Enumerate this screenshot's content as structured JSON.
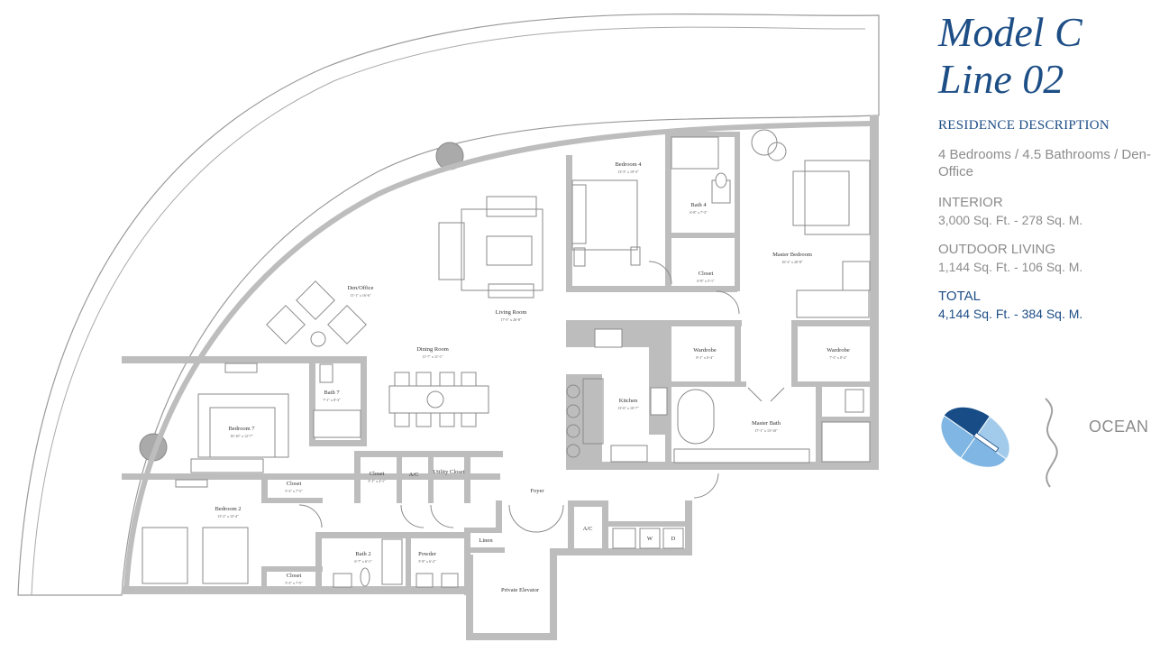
{
  "model": {
    "line1": "Model C",
    "line2": "Line 02"
  },
  "section_title": "RESIDENCE DESCRIPTION",
  "description": "4 Bedrooms / 4.5 Bathrooms / Den-Office",
  "interior": {
    "label": "INTERIOR",
    "value": "3,000 Sq. Ft. - 278 Sq. M."
  },
  "outdoor": {
    "label": "OUTDOOR LIVING",
    "value": "1,144 Sq. Ft. - 106 Sq. M."
  },
  "total": {
    "label": "TOTAL",
    "value": "4,144 Sq. Ft. - 384 Sq. M."
  },
  "ocean_label": "OCEAN",
  "colors": {
    "accent": "#1d4e86",
    "text_gray": "#8c8c8c",
    "wall": "#bdbdbd",
    "compass_light": "#7fb6e3",
    "compass_dark": "#174c86"
  },
  "rooms": {
    "bedroom4": {
      "name": "Bedroom 4",
      "dim": "13'-3\" x 19'-3\""
    },
    "bath4": {
      "name": "Bath 4",
      "dim": "6'-8\" x 7'-3\""
    },
    "closet_b4": {
      "name": "Closet",
      "dim": "6'-8\" x 5'-1\""
    },
    "master_bedroom": {
      "name": "Master Bedroom",
      "dim": "16'-2\" x 20'-8\""
    },
    "den_office": {
      "name": "Den/Office",
      "dim": "11'-1\" x 16'-6\""
    },
    "living_room": {
      "name": "Living Room",
      "dim": "17'-5\" x 26'-8\""
    },
    "dining_room": {
      "name": "Dining Room",
      "dim": "11'-7\" x 11'-1\""
    },
    "wardrobe1": {
      "name": "Wardrobe",
      "dim": "8'-1\" x 6'-4\""
    },
    "wardrobe2": {
      "name": "Wardrobe",
      "dim": "7'-3\" x 8'-4\""
    },
    "kitchen": {
      "name": "Kitchen",
      "dim": "13'-6\" x 10'-7\""
    },
    "master_bath": {
      "name": "Master Bath",
      "dim": "17'-1\" x 13'-10\""
    },
    "bath7": {
      "name": "Bath 7",
      "dim": "7'-1\" x 8'-3\""
    },
    "bedroom7": {
      "name": "Bedroom 7",
      "dim": "16'-10\" x 12'-7\""
    },
    "closet_b7": {
      "name": "Closet",
      "dim": "5'-3\" x 7'-5\""
    },
    "closet_mid": {
      "name": "Closet",
      "dim": "5'-1\" x 4'-1\""
    },
    "ac1": {
      "name": "A/C"
    },
    "utility_closet": {
      "name": "Utility Closet"
    },
    "foyer": {
      "name": "Foyer"
    },
    "ac2": {
      "name": "A/C"
    },
    "bedroom2": {
      "name": "Bedroom 2",
      "dim": "15'-2\" x 15'-4\""
    },
    "closet_b2": {
      "name": "Closet",
      "dim": "5'-3\" x 7'-5\""
    },
    "bath2": {
      "name": "Bath 2",
      "dim": "6'-7\" x 6'-1\""
    },
    "powder": {
      "name": "Powder",
      "dim": "5'-8\" x 6'-2\""
    },
    "linen": {
      "name": "Linen"
    },
    "private_elevator": {
      "name": "Private Elevator"
    }
  },
  "appliances": {
    "washer": "W",
    "dryer": "D"
  }
}
